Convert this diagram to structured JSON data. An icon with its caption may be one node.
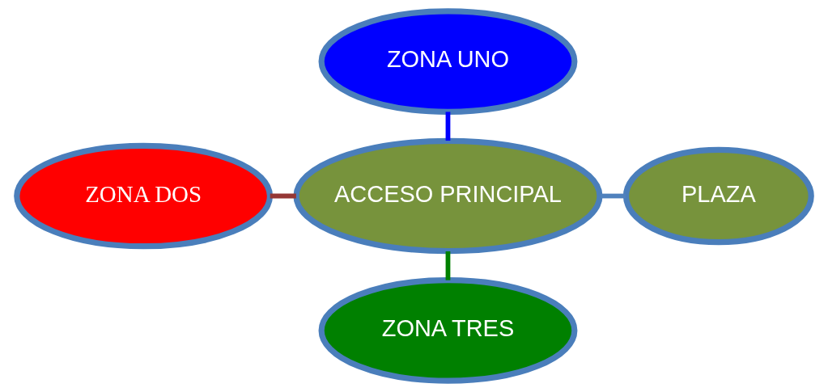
{
  "diagram": {
    "nodes": [
      {
        "text": [
          "ZONA UNO"
        ]
      },
      {
        "text": [
          "ZONA DOS"
        ]
      },
      {
        "text": [
          "ACCESO PRINCIPAL"
        ]
      },
      {
        "text": [
          "PLAZA"
        ]
      },
      {
        "text": [
          "ZONA TRES"
        ]
      }
    ],
    "edges": [
      {
        "from": 0,
        "to": 2,
        "arrow": "none",
        "color": "#0000ff"
      },
      {
        "from": 1,
        "to": 2,
        "arrow": "none",
        "color": "#953735"
      },
      {
        "from": 2,
        "to": 3,
        "arrow": "none",
        "color": "#4f81bd"
      },
      {
        "from": 2,
        "to": 4,
        "arrow": "none",
        "color": "#008000"
      }
    ]
  }
}
